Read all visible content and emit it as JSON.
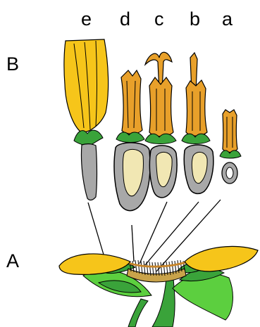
{
  "row_labels": {
    "top": "B",
    "bottom": "A"
  },
  "floret_letters": [
    "e",
    "d",
    "c",
    "b",
    "a"
  ],
  "colors": {
    "petal_yellow": "#f6c51a",
    "corolla_orange": "#e8a02a",
    "bract_green": "#3aa33a",
    "leaf_green": "#2f9a2f",
    "ovary_gray": "#a8a8a8",
    "ovule_cream": "#f1e7b3",
    "outline": "#000000"
  }
}
